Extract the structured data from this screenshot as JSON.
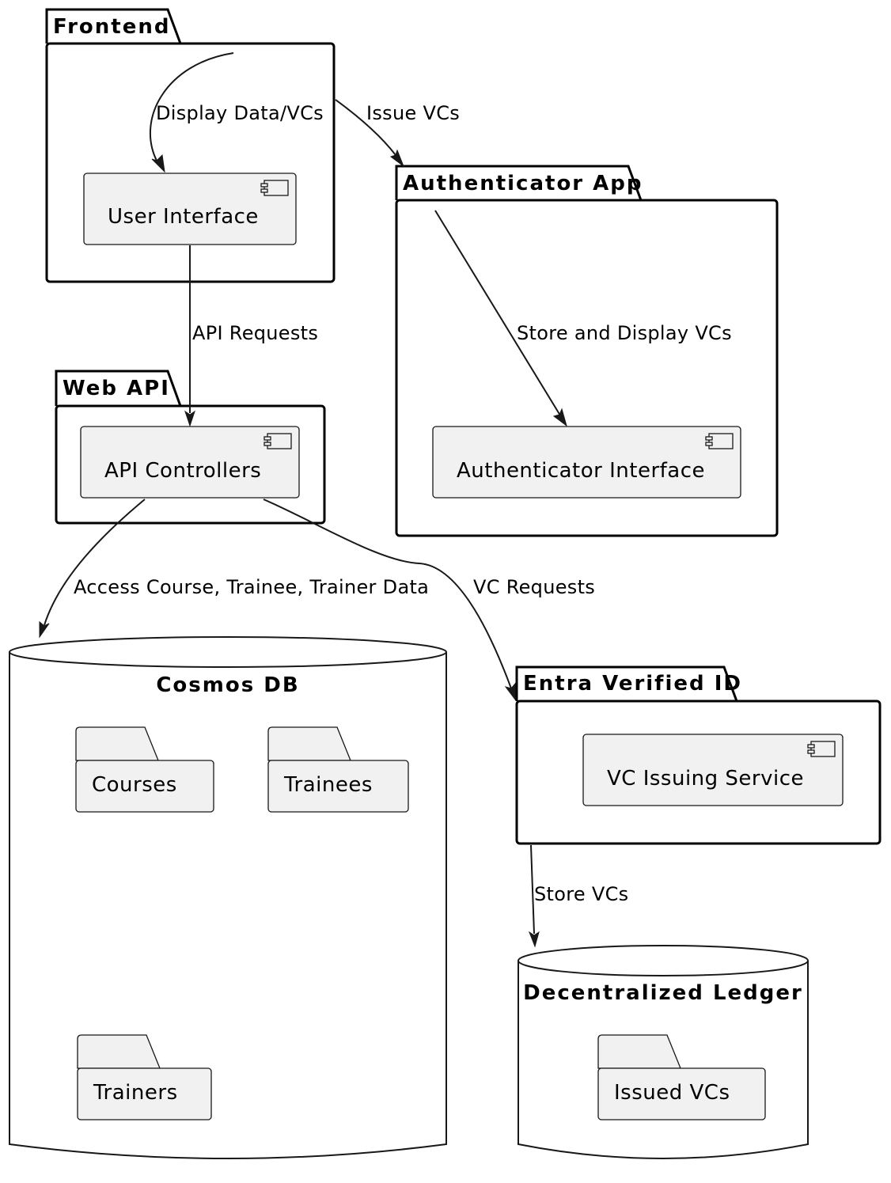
{
  "packages": {
    "frontend": {
      "title": "Frontend"
    },
    "authenticator_app": {
      "title": "Authenticator App"
    },
    "web_api": {
      "title": "Web API"
    },
    "entra": {
      "title": "Entra Verified ID"
    }
  },
  "components": {
    "user_interface": "User Interface",
    "authenticator_interface": "Authenticator Interface",
    "api_controllers": "API Controllers",
    "vc_issuing_service": "VC Issuing Service"
  },
  "databases": {
    "cosmos": {
      "title": "Cosmos DB",
      "folders": [
        "Courses",
        "Trainees",
        "Trainers"
      ]
    },
    "ledger": {
      "title": "Decentralized Ledger",
      "folders": [
        "Issued VCs"
      ]
    }
  },
  "edges": {
    "display_data": "Display Data/VCs",
    "issue_vcs": "Issue VCs",
    "api_requests": "API Requests",
    "store_display_vcs": "Store and Display VCs",
    "access_data": "Access Course, Trainee, Trainer Data",
    "vc_requests": "VC Requests",
    "store_vcs": "Store VCs"
  },
  "icons": {
    "component_icon": "uml-component-icon"
  },
  "colors": {
    "node_fill": "#f1f1f1",
    "stroke": "#181818"
  }
}
